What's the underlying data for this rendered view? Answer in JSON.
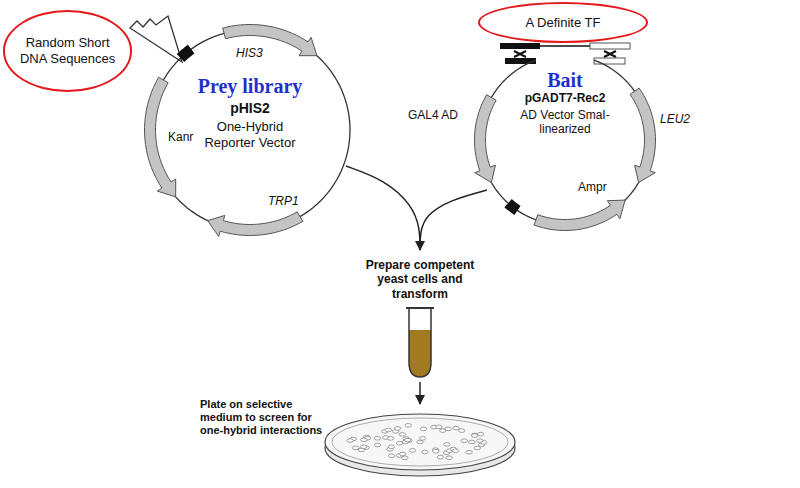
{
  "diagram": {
    "nodes": [
      {
        "text": [
          "Random Short DNA Sequences"
        ]
      },
      {
        "text": [
          "Prey library",
          "pHIS2",
          "One-Hybrid Reporter Vector"
        ]
      },
      {
        "text": [
          "A Definite TF"
        ]
      },
      {
        "text": [
          "Bait",
          "pGADT7-Rec2",
          "AD Vector SmaI-linearized"
        ]
      }
    ],
    "labels": [
      "HIS3",
      "Kanr",
      "TRP1",
      "GAL4 AD",
      "LEU2",
      "Ampr",
      "Prepare competent yeast cells and transform",
      "Plate on selective medium to screen for one-hybrid interactions"
    ]
  }
}
